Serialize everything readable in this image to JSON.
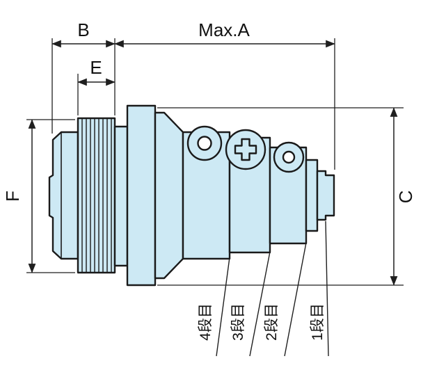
{
  "figure": {
    "colors": {
      "body_fill": "#cde9f4",
      "outline": "#1a1a1a",
      "background": "#ffffff"
    },
    "dim_labels": {
      "b": "B",
      "max_a": "Max.A",
      "e": "E",
      "f": "F",
      "c": "C"
    },
    "step_labels": [
      {
        "label": "4段目"
      },
      {
        "label": "3段目"
      },
      {
        "label": "2段目"
      },
      {
        "label": "1段目"
      }
    ]
  }
}
